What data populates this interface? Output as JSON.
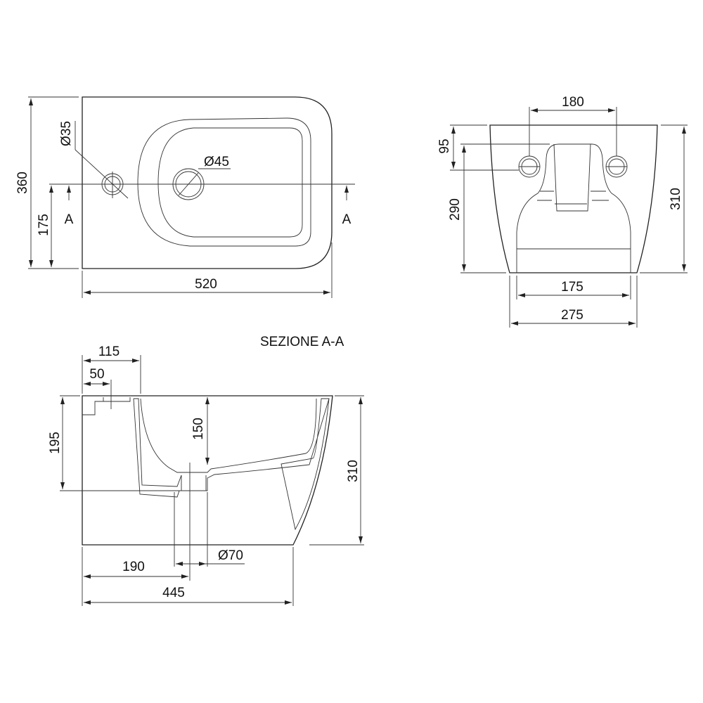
{
  "drawing": {
    "top_view": {
      "depth": "360",
      "axis_offset": "175",
      "width": "520",
      "tap_hole": "Ø35",
      "drain_hole": "Ø45",
      "section_mark_left": "A",
      "section_mark_right": "A"
    },
    "rear_view": {
      "tap_spacing": "180",
      "tap_height_from_top": "95",
      "inner_height": "290",
      "total_height": "310",
      "inner_width": "175",
      "base_width": "275"
    },
    "section_view": {
      "title": "SEZIONE A-A",
      "back_to_bowl": "115",
      "back_to_tap": "50",
      "height_to_outlet": "195",
      "bowl_depth": "150",
      "total_height": "310",
      "outlet_diameter": "Ø70",
      "back_to_outlet_axis": "190",
      "total_depth": "445"
    }
  }
}
